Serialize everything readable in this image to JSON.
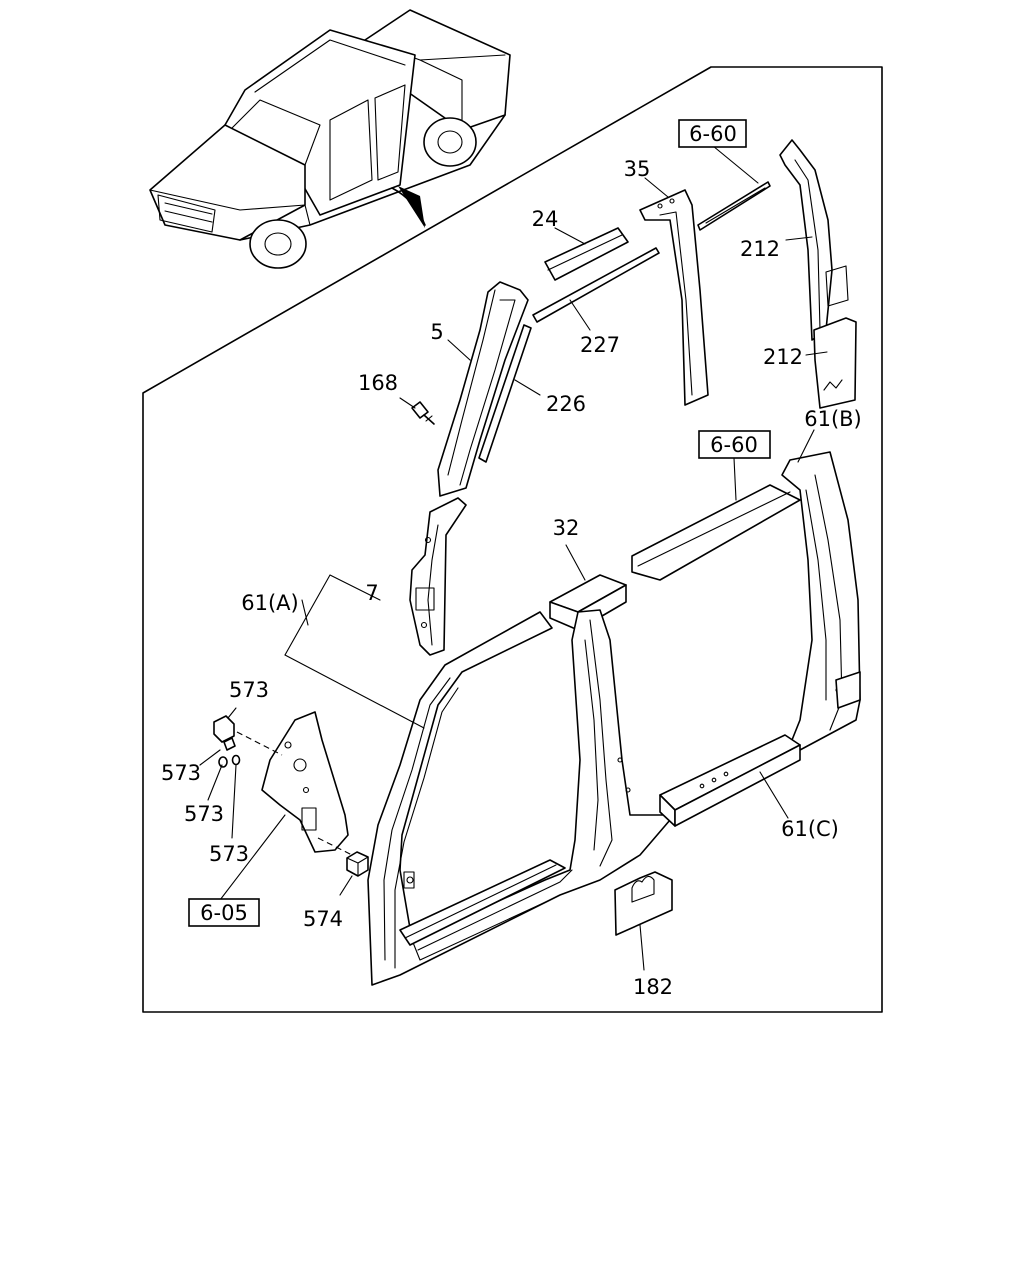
{
  "callouts": [
    {
      "id": "ref-6-60-top",
      "text": "6-60",
      "boxed": true
    },
    {
      "id": "35",
      "text": "35",
      "boxed": false
    },
    {
      "id": "24",
      "text": "24",
      "boxed": false
    },
    {
      "id": "212-upper",
      "text": "212",
      "boxed": false
    },
    {
      "id": "227",
      "text": "227",
      "boxed": false
    },
    {
      "id": "5",
      "text": "5",
      "boxed": false
    },
    {
      "id": "212-lower",
      "text": "212",
      "boxed": false
    },
    {
      "id": "168",
      "text": "168",
      "boxed": false
    },
    {
      "id": "226",
      "text": "226",
      "boxed": false
    },
    {
      "id": "61B",
      "text": "61(B)",
      "boxed": false
    },
    {
      "id": "ref-6-60-mid",
      "text": "6-60",
      "boxed": true
    },
    {
      "id": "32",
      "text": "32",
      "boxed": false
    },
    {
      "id": "7",
      "text": "7",
      "boxed": false
    },
    {
      "id": "61A",
      "text": "61(A)",
      "boxed": false
    },
    {
      "id": "573-a",
      "text": "573",
      "boxed": false
    },
    {
      "id": "573-b",
      "text": "573",
      "boxed": false
    },
    {
      "id": "573-c",
      "text": "573",
      "boxed": false
    },
    {
      "id": "573-d",
      "text": "573",
      "boxed": false
    },
    {
      "id": "61C",
      "text": "61(C)",
      "boxed": false
    },
    {
      "id": "ref-6-05",
      "text": "6-05",
      "boxed": true
    },
    {
      "id": "574",
      "text": "574",
      "boxed": false
    },
    {
      "id": "182",
      "text": "182",
      "boxed": false
    }
  ]
}
